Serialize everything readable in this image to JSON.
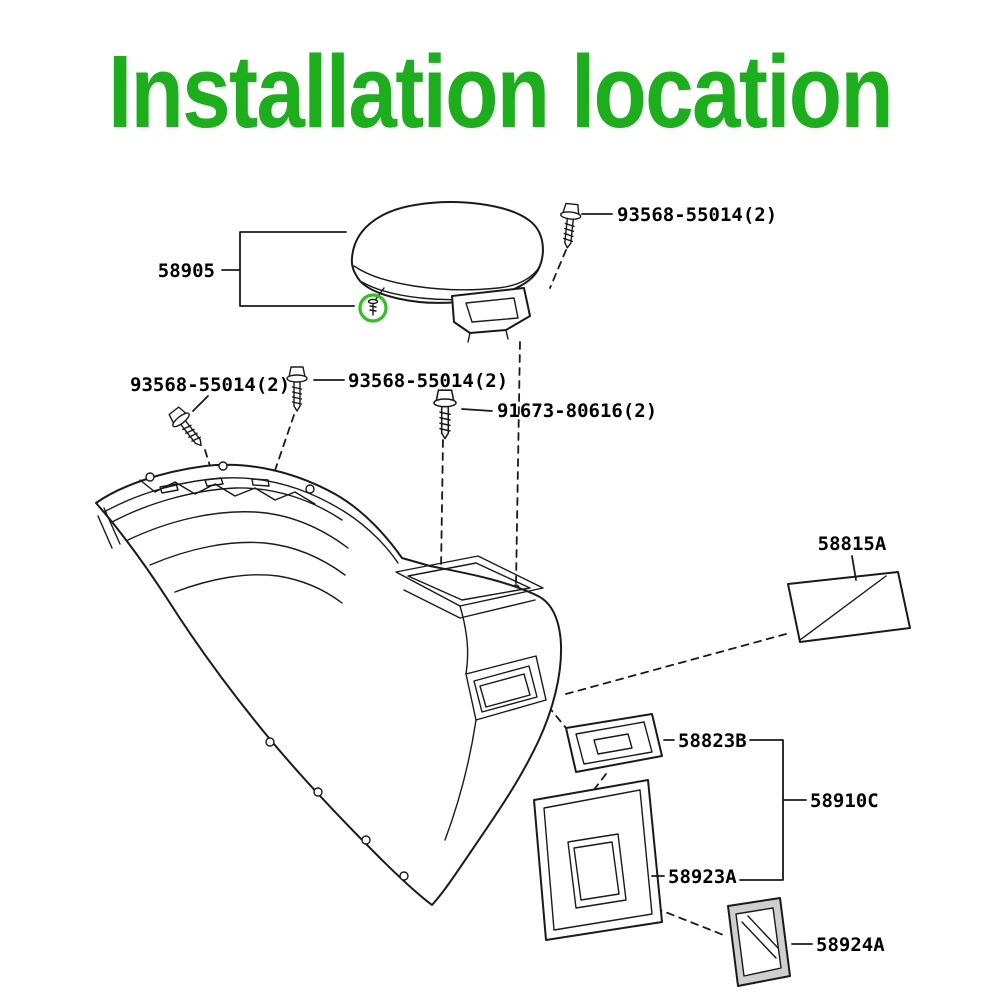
{
  "title": "Installation location",
  "colors": {
    "title_green": "#1caf1c",
    "highlight_green": "#2ec41f",
    "line_black": "#1a1a1a",
    "background": "#ffffff"
  },
  "parts": {
    "armrest": {
      "id": "58905"
    },
    "screw_top": {
      "id": "93568-55014(2)"
    },
    "screw_left": {
      "id": "93568-55014(2)"
    },
    "screw_mid": {
      "id": "93568-55014(2)"
    },
    "bolt_mid": {
      "id": "91673-80616(2)"
    },
    "mat": {
      "id": "58815A"
    },
    "tray": {
      "id": "58823B"
    },
    "console_assembly": {
      "id": "58910C"
    },
    "panel": {
      "id": "58923A"
    },
    "end_panel": {
      "id": "58924A"
    }
  }
}
